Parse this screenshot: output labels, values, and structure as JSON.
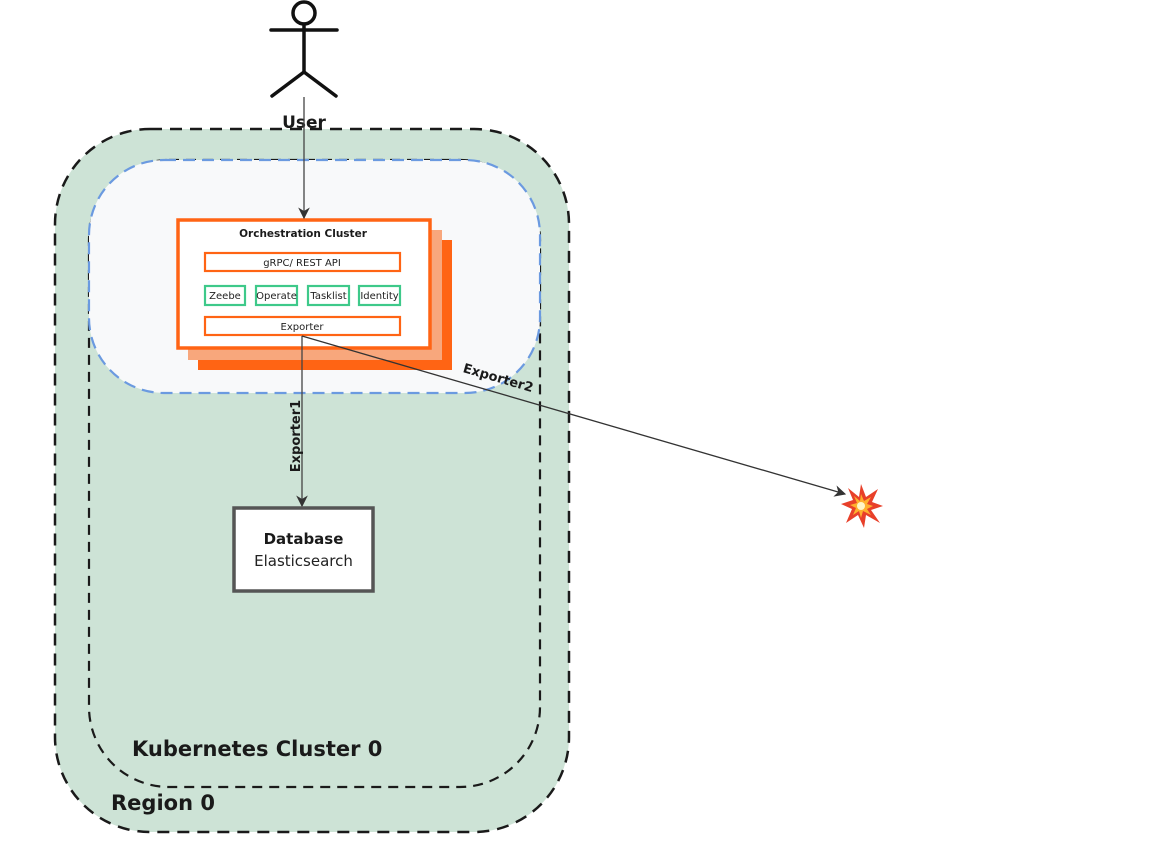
{
  "diagram": {
    "actor": {
      "label": "User"
    },
    "region": {
      "label": "Region 0",
      "fill": "#cde3d6"
    },
    "k8s_cluster": {
      "label": "Kubernetes Cluster 0"
    },
    "zone": {
      "stroke": "#6b9ae0",
      "fill": "#f8f9fa"
    },
    "orchestration": {
      "title": "Orchestration Cluster",
      "accent": "#ff6414",
      "accent_light": "#f8a77c",
      "api_label": "gRPC/ REST API",
      "components": [
        "Zeebe",
        "Operate",
        "Tasklist",
        "Identity"
      ],
      "component_color": "#3ec98a",
      "exporter_label": "Exporter"
    },
    "database": {
      "title": "Database",
      "subtitle": "Elasticsearch"
    },
    "edges": {
      "user_to_cluster": "",
      "exporter1": "Exporter1",
      "exporter2": "Exporter2"
    },
    "failure_icon": "💥"
  }
}
